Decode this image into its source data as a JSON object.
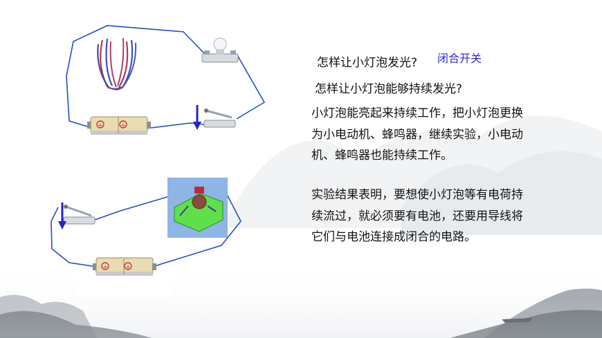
{
  "questions": {
    "q1": "怎样让小灯泡发光?",
    "q1_answer": "闭合开关",
    "q2": "怎样让小灯泡能够持续发光?"
  },
  "paragraphs": {
    "p1": "小灯泡能亮起来持续工作，把小灯泡更换为小电动机、蜂鸣器，继续实验，小电动机、蜂鸣器也能持续工作。",
    "p2": "实验结果表明，要想使小灯泡等有电荷持续流过，就必须要有电池，还要用导线将它们与电池连接成闭合的电路。"
  },
  "colors": {
    "wire": "#1f4fc9",
    "arrow": "#2323c8",
    "answer_text": "#2b2bd6",
    "battery": "#e6d6a6"
  },
  "icons": [
    "wire-bundle-icon",
    "bulb-holder-icon",
    "battery-pack-icon",
    "knife-switch-icon",
    "motor-icon"
  ]
}
